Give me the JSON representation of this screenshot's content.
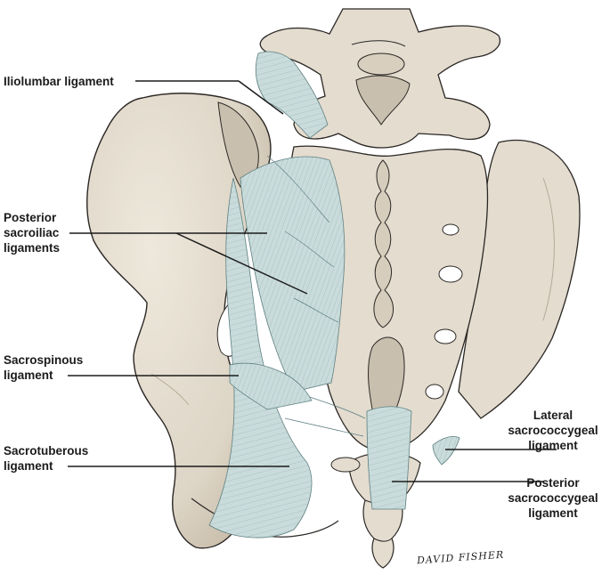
{
  "colors": {
    "bone": "#e3dccf",
    "bone_shadow": "#c9bfae",
    "bone_dark": "#b5aa97",
    "ligament": "#c9dcdb",
    "ligament_line": "#5f7f80",
    "outline": "#2b2724",
    "leader": "#1b1b1b"
  },
  "labels": {
    "iliolumbar": "Iliolumbar ligament",
    "posterior_sacroiliac": "Posterior\nsacroiliac\nligaments",
    "sacrospinous": "Sacrospinous\nligament",
    "sacrotuberous": "Sacrotuberous\nligament",
    "lateral_sacrococcygeal": "Lateral\nsacrococcygeal\nligament",
    "posterior_sacrococcygeal": "Posterior\nsacrococcygeal\nligament"
  },
  "signature": "DAVID FISHER"
}
